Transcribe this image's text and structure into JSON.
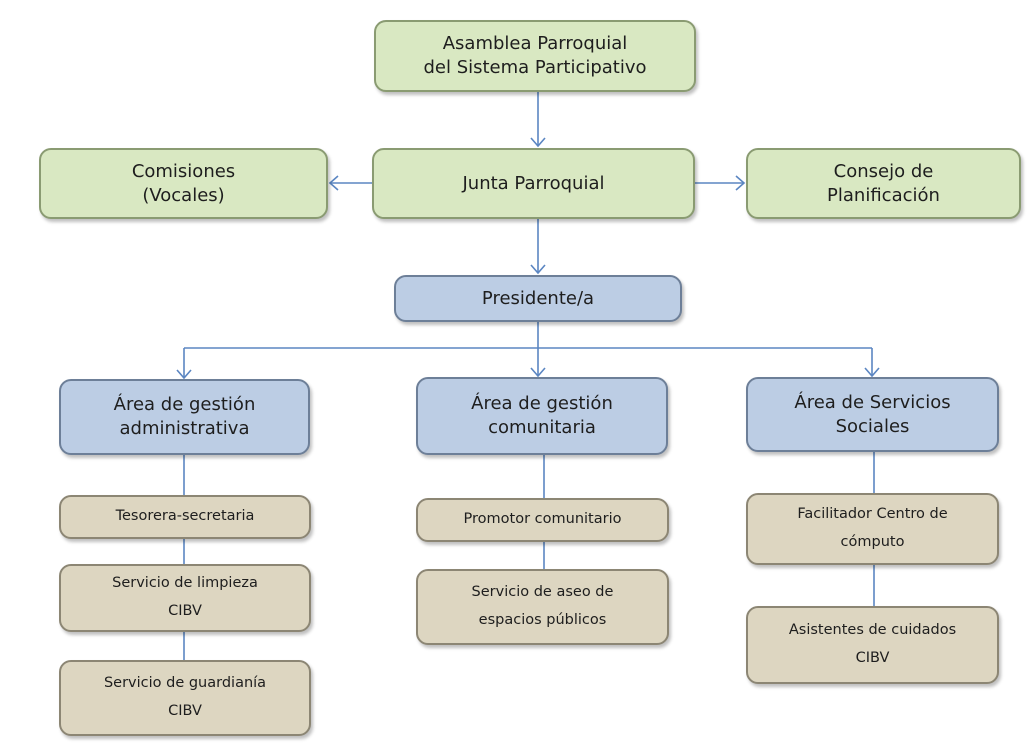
{
  "diagram": {
    "asamblea": "Asamblea  Parroquial\ndel Sistema Participativo",
    "comisiones": "Comisiones\n(Vocales)",
    "junta": "Junta Parroquial",
    "consejo": "Consejo de\nPlanificación",
    "presidente": "Presidente/a",
    "area_administrativa": "Área de gestión\nadministrativa",
    "area_comunitaria": "Área de gestión\ncomunitaria",
    "area_servicios": "Área de Servicios\nSociales",
    "tesorera": "Tesorera-secretaria",
    "limpieza": "Servicio de limpieza\nCIBV",
    "guardiania": "Servicio de guardianía\nCIBV",
    "promotor": "Promotor comunitario",
    "aseo": "Servicio de aseo de\nespacios públicos",
    "facilitador": "Facilitador Centro de\ncómputo",
    "asistentes": "Asistentes de cuidados\nCIBV"
  },
  "colors": {
    "top_level": "#d9e8c2",
    "areas": "#bccde4",
    "roles": "#ddd6c1",
    "connector": "#5b86c2"
  }
}
